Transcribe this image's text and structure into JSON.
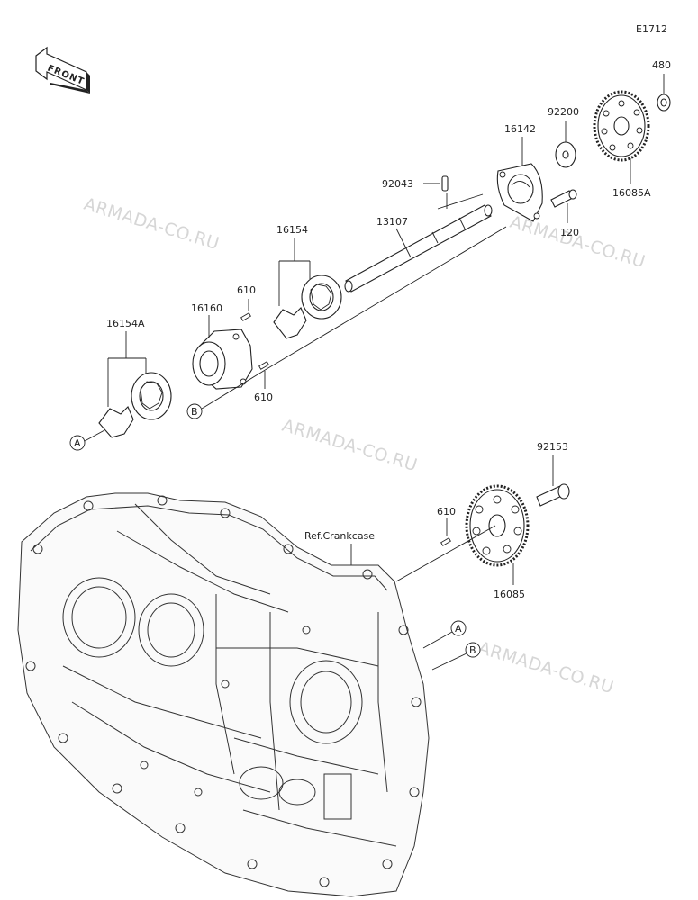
{
  "diagram_code": "E1712",
  "front_label": "FRONT",
  "watermark": "ARMADA-CO.RU",
  "parts": {
    "p480": "480",
    "p92200": "92200",
    "p16142": "16142",
    "p16085A": "16085A",
    "p92043": "92043",
    "p120": "120",
    "p13107": "13107",
    "p16154": "16154",
    "p610a": "610",
    "p16160": "16160",
    "p16154A": "16154A",
    "p610b": "610",
    "p92153": "92153",
    "p610c": "610",
    "p16085": "16085",
    "refCrankcase": "Ref.Crankcase"
  },
  "markers": {
    "a1": "A",
    "b1": "B",
    "a2": "A",
    "b2": "B"
  }
}
